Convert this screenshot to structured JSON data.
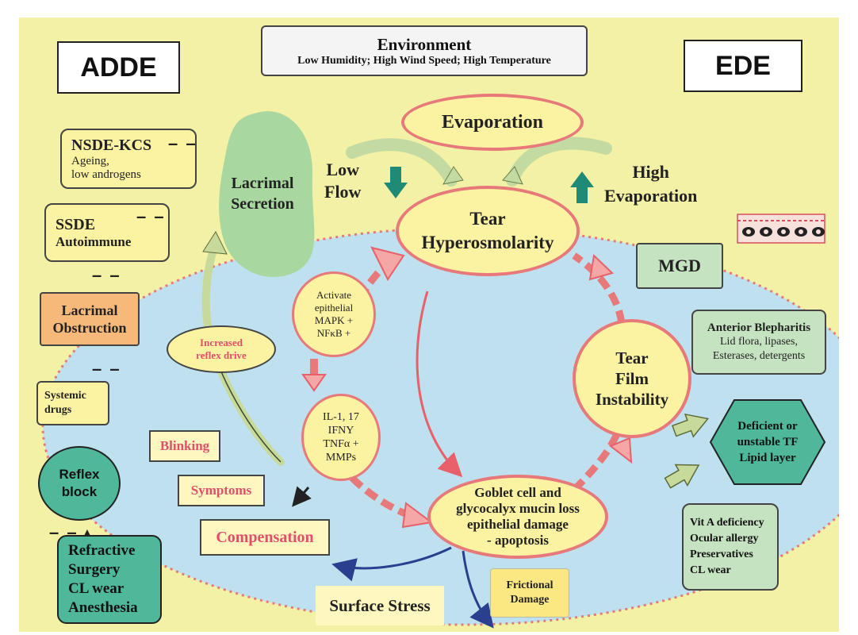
{
  "colors": {
    "background": "#f3f1a5",
    "inner_oval": "#bfe1ef",
    "pink_ring": "#e8797a",
    "yellow_fill": "#fbf3a2",
    "teal_arrow": "#1f8a76",
    "green_box": "#c5e3c0",
    "teal_box": "#4fb89a",
    "orange_box": "#f6b97a",
    "green_blob": "#a8d8a0",
    "red_text": "#e0506a"
  },
  "labels": {
    "adde": "ADDE",
    "ede": "EDE",
    "environment_title": "Environment",
    "environment_sub": "Low Humidity; High Wind Speed; High Temperature",
    "evaporation": "Evaporation",
    "low_flow_1": "Low",
    "low_flow_2": "Flow",
    "high_evap_1": "High",
    "high_evap_2": "Evaporation",
    "tear_hyper_1": "Tear",
    "tear_hyper_2": "Hyperosmolarity",
    "lacrimal_secretion_1": "Lacrimal",
    "lacrimal_secretion_2": "Secretion",
    "nsde_title": "NSDE-KCS",
    "nsde_sub1": "Ageing,",
    "nsde_sub2": "low androgens",
    "ssde_title": "SSDE",
    "ssde_sub": "Autoimmune",
    "lacrimal_obs_1": "Lacrimal",
    "lacrimal_obs_2": "Obstruction",
    "systemic_1": "Systemic",
    "systemic_2": "drugs",
    "reflex_block_1": "Reflex",
    "reflex_block_2": "block",
    "refractive_1": "Refractive",
    "refractive_2": "Surgery",
    "refractive_3": "CL wear",
    "refractive_4": "Anesthesia",
    "increased_reflex_1": "Increased",
    "increased_reflex_2": "reflex drive",
    "activate_1": "Activate",
    "activate_2": "epithelial",
    "activate_3": "MAPK +",
    "activate_4": "NFκB +",
    "il_1": "IL-1, 17",
    "il_2": "IFNY",
    "il_3": "TNFα +",
    "il_4": "MMPs",
    "goblet_1": "Goblet cell and",
    "goblet_2": "glycocalyx mucin loss",
    "goblet_3": "epithelial damage",
    "goblet_4": "- apoptosis",
    "tear_film_1": "Tear",
    "tear_film_2": "Film",
    "tear_film_3": "Instability",
    "mgd": "MGD",
    "anterior_title": "Anterior Blepharitis",
    "anterior_sub1": "Lid flora, lipases,",
    "anterior_sub2": "Esterases, detergents",
    "deficient_1": "Deficient or",
    "deficient_2": "unstable TF",
    "deficient_3": "Lipid layer",
    "vita_1": "Vit A deficiency",
    "vita_2": "Ocular allergy",
    "vita_3": "Preservatives",
    "vita_4": "CL wear",
    "blinking": "Blinking",
    "symptoms": "Symptoms",
    "compensation": "Compensation",
    "surface_stress": "Surface Stress",
    "frictional_1": "Frictional",
    "frictional_2": "Damage",
    "dashes": "– –"
  }
}
